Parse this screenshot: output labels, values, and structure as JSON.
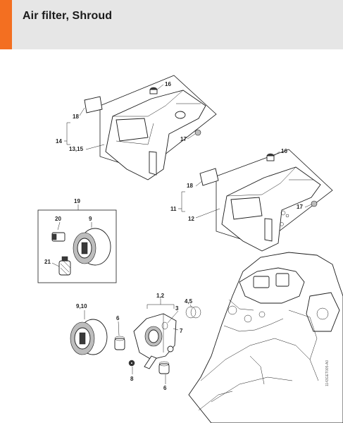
{
  "header": {
    "title": "Air filter, Shroud",
    "accent_color": "#f36f21",
    "band_color": "#e6e6e6"
  },
  "labels": {
    "l16a": "16",
    "l18a": "18",
    "l14": "14",
    "l1315": "13,15",
    "l17a": "17",
    "l16b": "16",
    "l18b": "18",
    "l11": "11",
    "l12": "12",
    "l17b": "17",
    "l19": "19",
    "l20": "20",
    "l9a": "9",
    "l21": "21",
    "l910": "9,10",
    "l12b": "1,2",
    "l45": "4,5",
    "l3": "3",
    "l7": "7",
    "l6a": "6",
    "l8": "8",
    "l6b": "6"
  },
  "side_code": "1143GET005-A0"
}
